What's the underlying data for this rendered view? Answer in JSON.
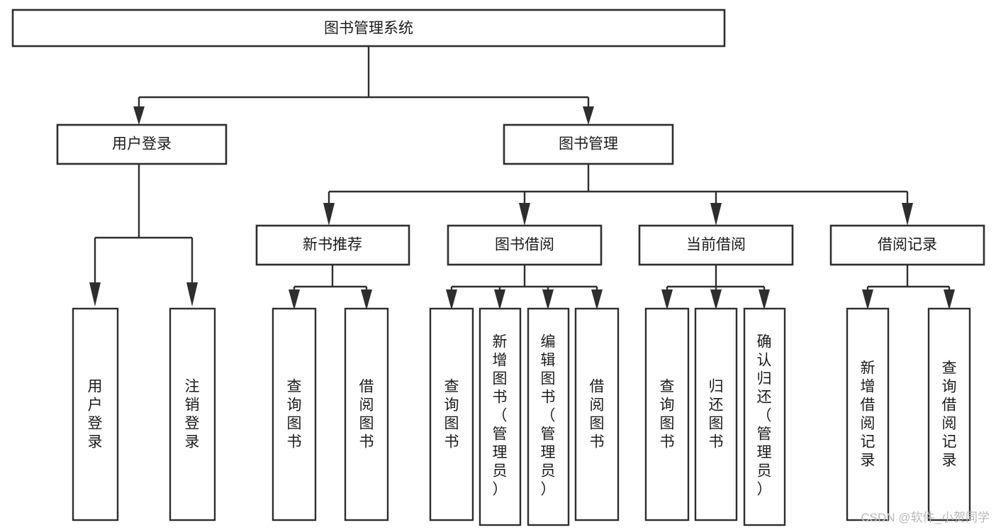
{
  "diagram": {
    "title": "图书管理系统",
    "type": "tree",
    "orientation": "top-down",
    "colors": {
      "background": "#ffffff",
      "box_fill": "#ffffff",
      "box_stroke": "#2e2e2e",
      "text": "#1b1b1b",
      "watermark": "#b9b9b9"
    },
    "root": {
      "label": "图书管理系统"
    },
    "level2": [
      {
        "label": "用户登录"
      },
      {
        "label": "图书管理"
      }
    ],
    "level3": [
      {
        "label": "新书推荐"
      },
      {
        "label": "图书借阅"
      },
      {
        "label": "当前借阅"
      },
      {
        "label": "借阅记录"
      }
    ],
    "leaves": {
      "user_login": [
        {
          "label": "用户登录"
        },
        {
          "label": "注销登录"
        }
      ],
      "new_book_recommend": [
        {
          "label": "查询图书"
        },
        {
          "label": "借阅图书"
        }
      ],
      "book_borrow": [
        {
          "label": "查询图书"
        },
        {
          "label": "新增图书（管理员）"
        },
        {
          "label": "编辑图书（管理员）"
        },
        {
          "label": "借阅图书"
        }
      ],
      "current_borrow": [
        {
          "label": "查询图书"
        },
        {
          "label": "归还图书"
        },
        {
          "label": "确认归还（管理员）"
        }
      ],
      "borrow_record": [
        {
          "label": "新增借阅记录"
        },
        {
          "label": "查询借阅记录"
        }
      ]
    },
    "watermark": "CSDN @软件_小贺同学"
  }
}
